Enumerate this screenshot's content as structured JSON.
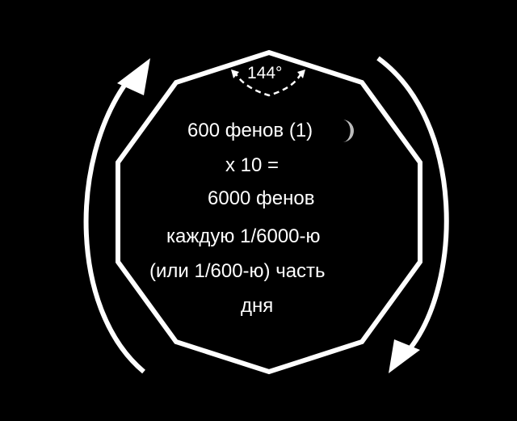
{
  "angle_label": "144°",
  "lines": [
    "600 фенов (1)",
    "x 10 =",
    "6000 фенов",
    "каждую 1/6000-ю",
    "(или 1/600-ю) часть",
    "дня"
  ],
  "colors": {
    "background": "#000000",
    "foreground": "#ffffff"
  },
  "icons": [
    "moon-icon",
    "clockwise-arrow-left-icon",
    "clockwise-arrow-right-icon",
    "angle-arc-icon"
  ]
}
